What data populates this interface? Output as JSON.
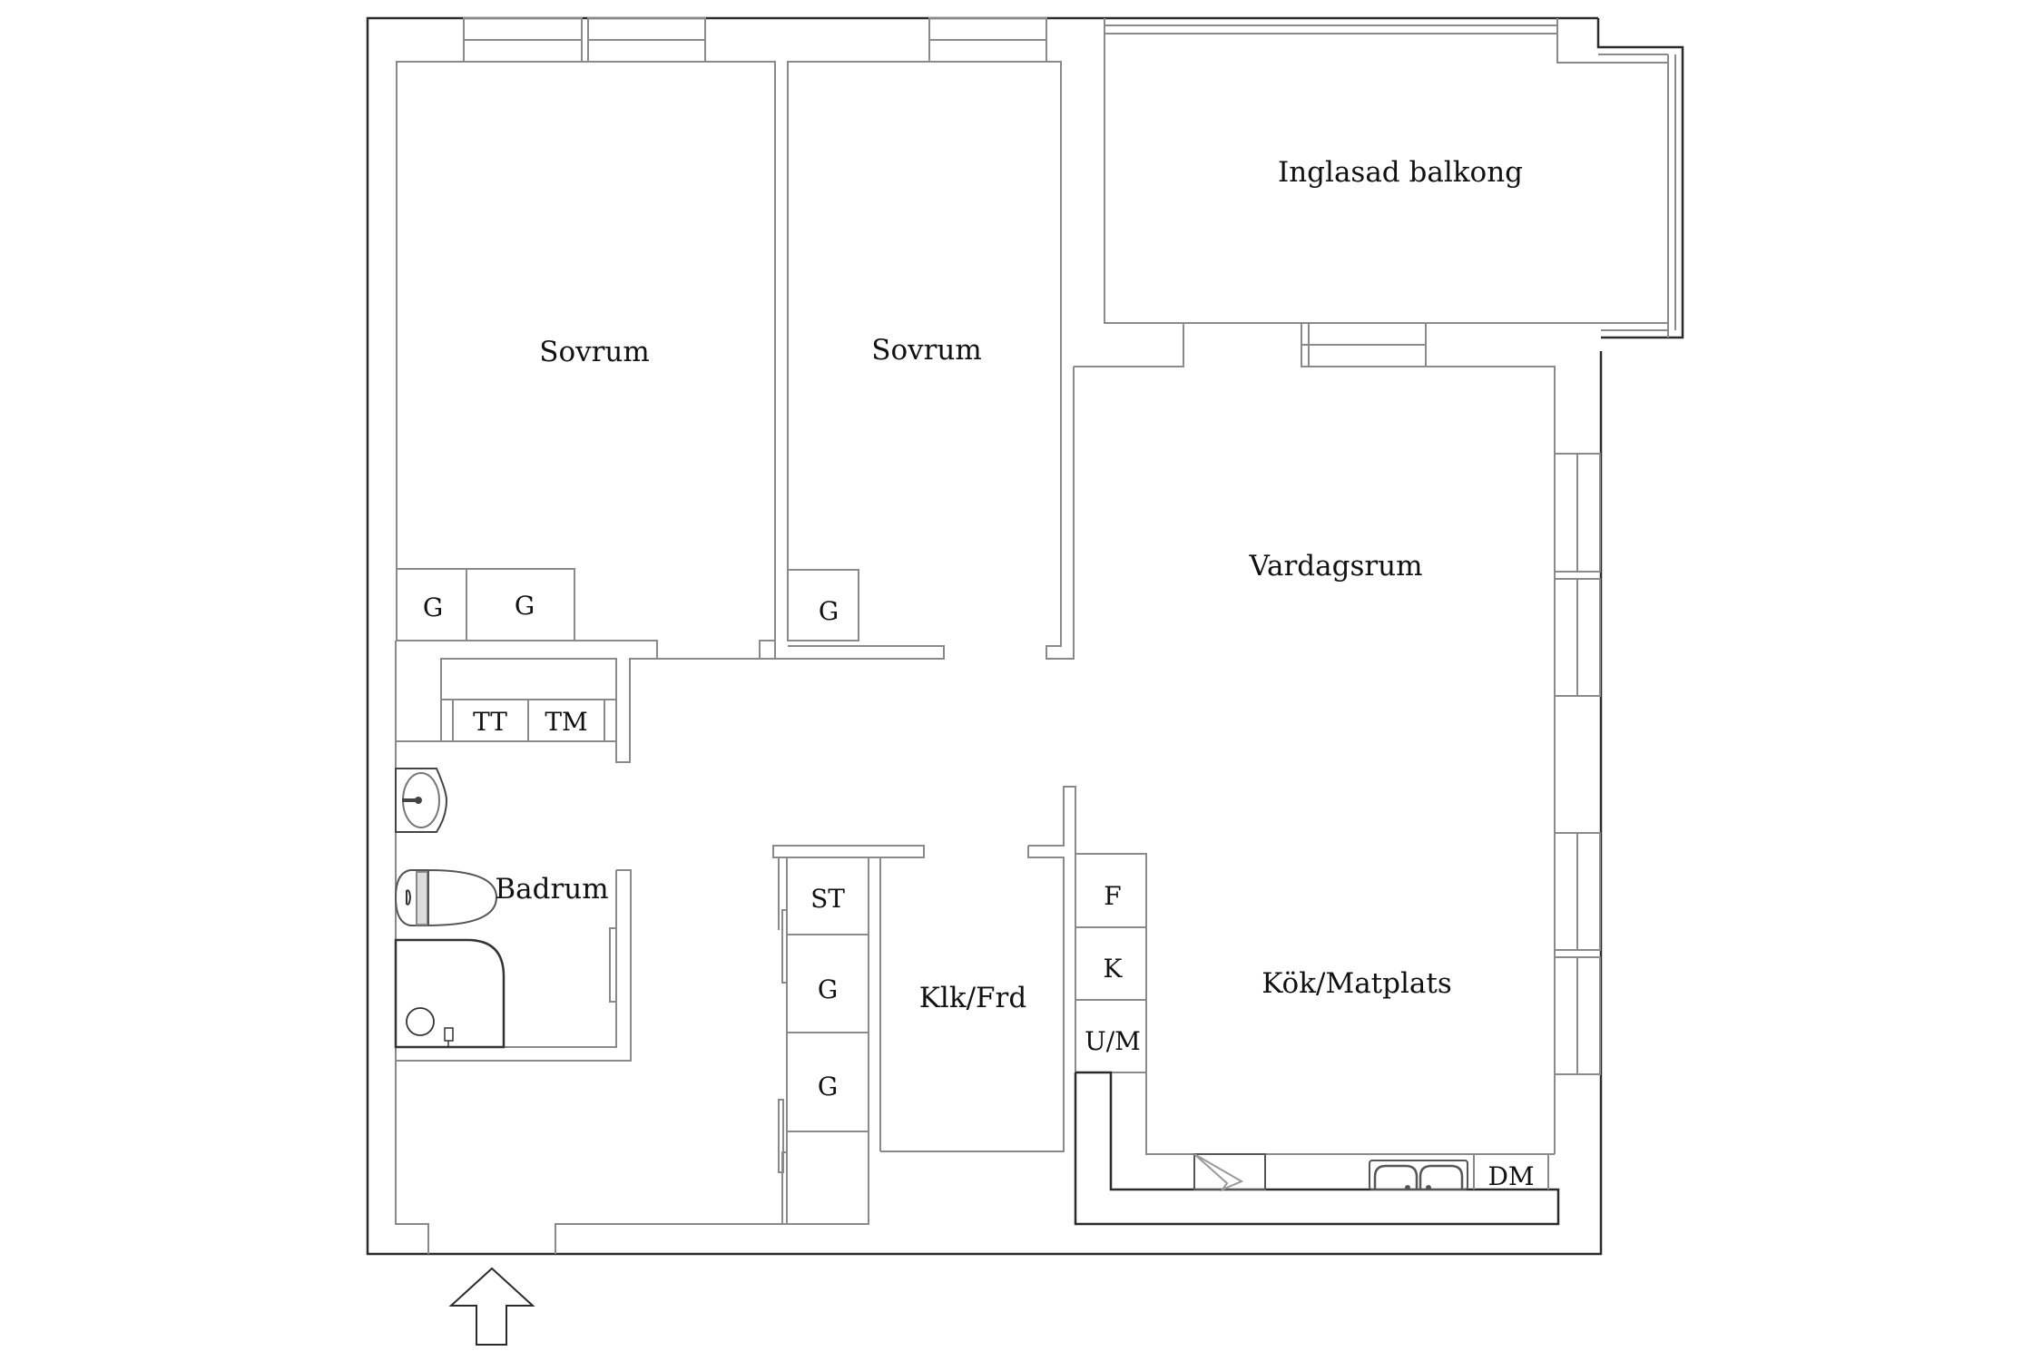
{
  "plan": {
    "background": "#ffffff",
    "wall_color": "#2b2b2b",
    "line_color": "#8a8a8a",
    "rooms": {
      "bedroom_1": "Sovrum",
      "bedroom_2": "Sovrum",
      "balcony": "Inglasad balkong",
      "living_room": "Vardagsrum",
      "bathroom": "Badrum",
      "walk_in": "Klk/Frd",
      "kitchen": "Kök/Matplats"
    },
    "fixtures": {
      "bedroom_1_wardrobe_1": "G",
      "bedroom_1_wardrobe_2": "G",
      "bedroom_2_wardrobe": "G",
      "tumble_dryer": "TT",
      "washing_machine": "TM",
      "hall_storage": "ST",
      "hall_wardrobe_1": "G",
      "hall_wardrobe_2": "G",
      "fridge": "F",
      "freezer": "K",
      "oven_microwave": "U/M",
      "dishwasher": "DM"
    },
    "entrance_arrow": "entrance-arrow-icon"
  }
}
